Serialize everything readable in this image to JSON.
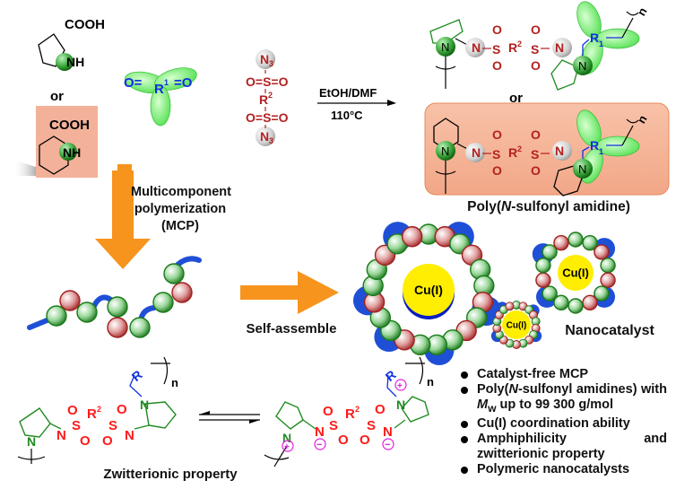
{
  "monomers": {
    "amino_acid_1": {
      "group": "COOH",
      "amine": "NH"
    },
    "or_label": "or",
    "amino_acid_2": {
      "group": "COOH",
      "amine": "NH"
    },
    "dialdehyde": {
      "left": "O=",
      "center": "R",
      "center_sup": "1",
      "right": "=O"
    },
    "disulfonyl_azide": {
      "azide": "N",
      "azide_sub": "3",
      "sulfonyl": "O=S=O",
      "linker": "R",
      "linker_sup": "2"
    }
  },
  "reaction": {
    "conditions_top": "EtOH/DMF",
    "conditions_bottom": "110°C"
  },
  "products": {
    "or_label": "or",
    "title": "Poly(N-sulfonyl amidine)",
    "title_parts": {
      "prefix": "Poly(",
      "italic": "N",
      "suffix": "-sulfonyl amidine)"
    },
    "atoms": {
      "N": "N",
      "S": "S",
      "O": "O",
      "R2": "R",
      "R2_sup": "2",
      "R1": "R",
      "R1_sub": "1",
      "n": "n"
    }
  },
  "process": {
    "mcp_label_lines": [
      "Multicomponent",
      "polymerization",
      "(MCP)"
    ],
    "self_assemble_label": "Self-assemble",
    "cu_label": "Cu(I)",
    "nanocatalyst_label": "Nanocatalyst"
  },
  "zwitterion": {
    "caption": "Zwitterionic property",
    "plus": "+",
    "minus": "−"
  },
  "highlights": [
    {
      "text": "Catalyst-free MCP"
    },
    {
      "text_html": "Poly(<i>N</i>-sulfonyl amidines) with <i>M</i><sub>w</sub> up to 99 300 g/mol"
    },
    {
      "text": "Cu(I) coordination ability"
    },
    {
      "text": "Amphiphilicity and zwitterionic property"
    },
    {
      "text": "Polymeric nanocatalysts"
    }
  ],
  "colors": {
    "arrow_orange": "#f7941d",
    "green_bead": "#2e8b2e",
    "red_bead": "#c03838",
    "blue_chain": "#1f4fd6",
    "cu_yellow": "#ffee00",
    "highlight_box": "#f4b49a",
    "sulfonyl_red": "#c0282a",
    "bright_red": "#ff1a1a",
    "charge_magenta": "#e020e0",
    "ring_green": "#1f8a1f"
  }
}
